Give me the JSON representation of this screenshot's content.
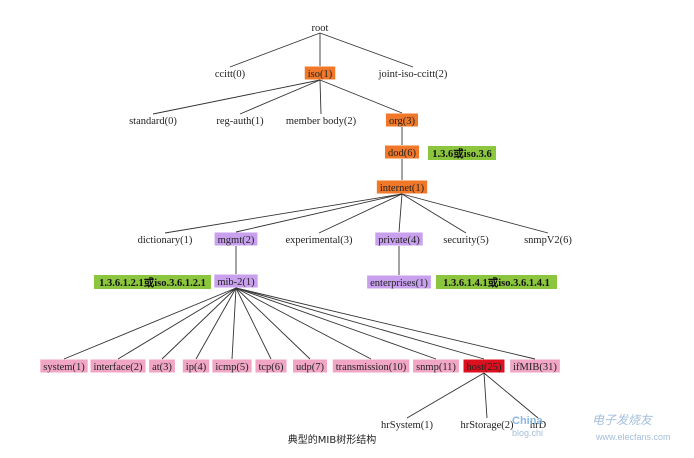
{
  "colors": {
    "orange": "#f07828",
    "purple": "#c8a0ee",
    "pink": "#f2a6c6",
    "red": "#dd1020",
    "green": "#8cc63f"
  },
  "nodes": [
    {
      "id": "root",
      "label": "root",
      "style": "plain"
    },
    {
      "id": "ccitt",
      "label": "ccitt(0)",
      "style": "plain"
    },
    {
      "id": "iso",
      "label": "iso(1)",
      "style": "orange"
    },
    {
      "id": "jic",
      "label": "joint-iso-ccitt(2)",
      "style": "plain"
    },
    {
      "id": "standard",
      "label": "standard(0)",
      "style": "plain"
    },
    {
      "id": "regauth",
      "label": "reg-auth(1)",
      "style": "plain"
    },
    {
      "id": "memberbody",
      "label": "member body(2)",
      "style": "plain"
    },
    {
      "id": "org",
      "label": "org(3)",
      "style": "orange"
    },
    {
      "id": "dod",
      "label": "dod(6)",
      "style": "orange"
    },
    {
      "id": "internet",
      "label": "internet(1)",
      "style": "orange"
    },
    {
      "id": "dictionary",
      "label": "dictionary(1)",
      "style": "plain"
    },
    {
      "id": "mgmt",
      "label": "mgmt(2)",
      "style": "purple"
    },
    {
      "id": "experimental",
      "label": "experimental(3)",
      "style": "plain"
    },
    {
      "id": "private",
      "label": "private(4)",
      "style": "purple"
    },
    {
      "id": "security",
      "label": "security(5)",
      "style": "plain"
    },
    {
      "id": "snmpv2",
      "label": "snmpV2(6)",
      "style": "plain"
    },
    {
      "id": "mib2",
      "label": "mib-2(1)",
      "style": "purple"
    },
    {
      "id": "enterprises",
      "label": "enterprises(1)",
      "style": "purple"
    },
    {
      "id": "system",
      "label": "system(1)",
      "style": "pink"
    },
    {
      "id": "interface",
      "label": "interface(2)",
      "style": "pink"
    },
    {
      "id": "at",
      "label": "at(3)",
      "style": "pink"
    },
    {
      "id": "ip",
      "label": "ip(4)",
      "style": "pink"
    },
    {
      "id": "icmp",
      "label": "icmp(5)",
      "style": "pink"
    },
    {
      "id": "tcp",
      "label": "tcp(6)",
      "style": "pink"
    },
    {
      "id": "udp",
      "label": "udp(7)",
      "style": "pink"
    },
    {
      "id": "transmission",
      "label": "transmission(10)",
      "style": "pink"
    },
    {
      "id": "snmp",
      "label": "snmp(11)",
      "style": "pink"
    },
    {
      "id": "host",
      "label": "host(25)",
      "style": "red"
    },
    {
      "id": "ifmib",
      "label": "ifMIB(31)",
      "style": "pink"
    },
    {
      "id": "hrsystem",
      "label": "hrSystem(1)",
      "style": "plain"
    },
    {
      "id": "hrstorage",
      "label": "hrStorage(2)",
      "style": "plain"
    },
    {
      "id": "hrd",
      "label": "hrD",
      "style": "plain"
    }
  ],
  "edges": [
    [
      "root",
      "ccitt"
    ],
    [
      "root",
      "iso"
    ],
    [
      "root",
      "jic"
    ],
    [
      "iso",
      "standard"
    ],
    [
      "iso",
      "regauth"
    ],
    [
      "iso",
      "memberbody"
    ],
    [
      "iso",
      "org"
    ],
    [
      "org",
      "dod"
    ],
    [
      "dod",
      "internet"
    ],
    [
      "internet",
      "dictionary"
    ],
    [
      "internet",
      "mgmt"
    ],
    [
      "internet",
      "experimental"
    ],
    [
      "internet",
      "private"
    ],
    [
      "internet",
      "security"
    ],
    [
      "internet",
      "snmpv2"
    ],
    [
      "mgmt",
      "mib2"
    ],
    [
      "private",
      "enterprises"
    ],
    [
      "mib2",
      "system"
    ],
    [
      "mib2",
      "interface"
    ],
    [
      "mib2",
      "at"
    ],
    [
      "mib2",
      "ip"
    ],
    [
      "mib2",
      "icmp"
    ],
    [
      "mib2",
      "tcp"
    ],
    [
      "mib2",
      "udp"
    ],
    [
      "mib2",
      "transmission"
    ],
    [
      "mib2",
      "snmp"
    ],
    [
      "mib2",
      "host"
    ],
    [
      "mib2",
      "ifmib"
    ],
    [
      "host",
      "hrsystem"
    ],
    [
      "host",
      "hrstorage"
    ],
    [
      "host",
      "hrd"
    ]
  ],
  "oid_labels": [
    {
      "id": "oid-dod",
      "text": "1.3.6或iso.3.6"
    },
    {
      "id": "oid-mib2",
      "text": "1.3.6.1.2.1或iso.3.6.1.2.1"
    },
    {
      "id": "oid-enterprises",
      "text": "1.3.6.1.4.1或iso.3.6.1.4.1"
    }
  ],
  "caption": "典型的MIB树形结构",
  "watermark": {
    "brand": "China",
    "site1": "blog.chi",
    "text_cn": "电子发烧友",
    "site2": "www.elecfans.com"
  }
}
